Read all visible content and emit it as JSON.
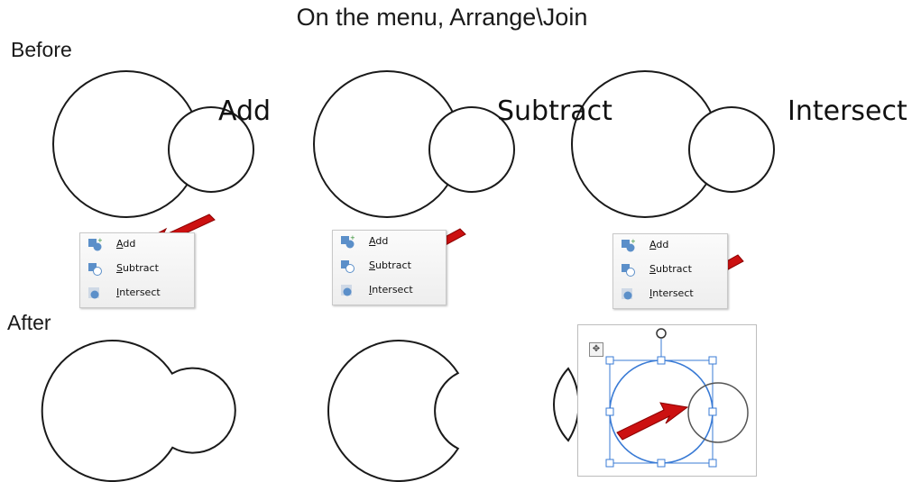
{
  "title": "On the menu, Arrange\\Join",
  "before_label": "Before",
  "after_label": "After",
  "operations": [
    {
      "label": "Add",
      "highlighted_item": "Add"
    },
    {
      "label": "Subtract",
      "highlighted_item": "Subtract"
    },
    {
      "label": "Intersect",
      "highlighted_item": "Intersect"
    }
  ],
  "menu_items": [
    "Add",
    "Subtract",
    "Intersect"
  ],
  "icons": {
    "add": "add-shapes-icon",
    "subtract": "subtract-shapes-icon",
    "intersect": "intersect-shapes-icon",
    "move": "move-handle-icon",
    "rotate": "rotate-handle-icon"
  },
  "colors": {
    "arrow": "#cc1111",
    "selection": "#3a7bd5",
    "outline": "#1a1a1a"
  }
}
